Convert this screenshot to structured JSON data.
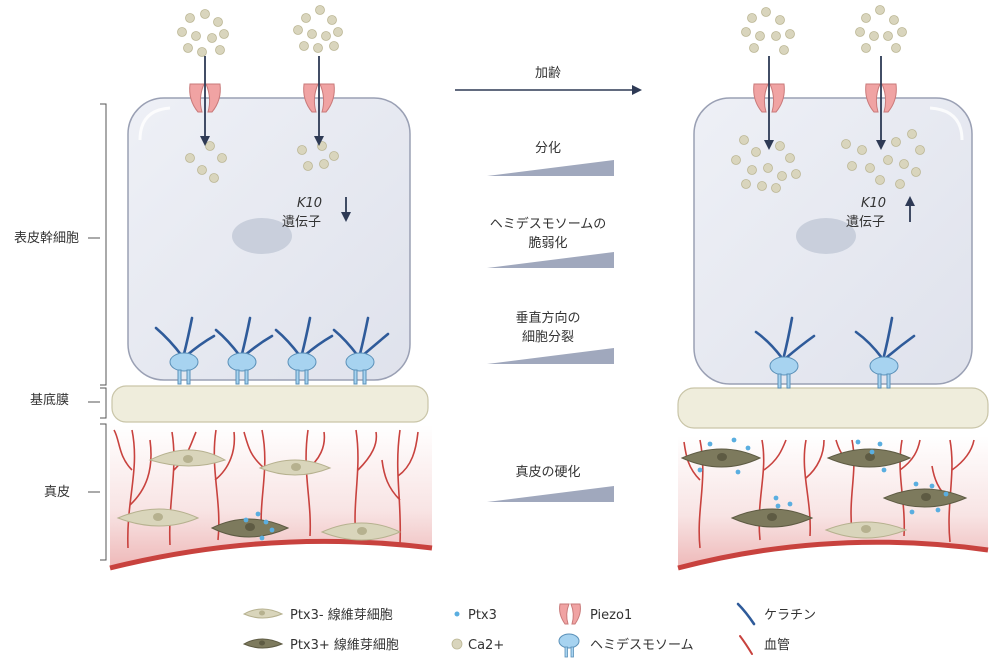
{
  "side_labels": {
    "epidermal_stem_cell": "表皮幹細胞",
    "basement_membrane": "基底膜",
    "dermis": "真皮"
  },
  "gene_label": {
    "name": "K10",
    "suffix": "遺伝子"
  },
  "aging_label": "加齢",
  "changes": [
    {
      "lines": [
        "分化"
      ]
    },
    {
      "lines": [
        "ヘミデスモソームの",
        "脆弱化"
      ]
    },
    {
      "lines": [
        "垂直方向の",
        "細胞分裂"
      ]
    },
    {
      "lines": [
        "真皮の硬化"
      ]
    }
  ],
  "legend": {
    "ptx3_neg": "Ptx3- 線維芽細胞",
    "ptx3_pos": "Ptx3+ 線維芽細胞",
    "ptx3": "Ptx3",
    "ca2": "Ca2+",
    "piezo1": "Piezo1",
    "hemidesmosome": "ヘミデスモソーム",
    "keratin": "ケラチン",
    "vessel": "血管"
  },
  "colors": {
    "cell_fill": "#e6e8f0",
    "cell_stroke": "#9aa0b4",
    "nucleus": "#c9cfdc",
    "calcium": "#d9d5bd",
    "piezo": "#f0a3a3",
    "hemidesmosome": "#a7d3f0",
    "keratin": "#2f5b9a",
    "membrane": "#efeddc",
    "fibroblast_neg": "#d9d5bb",
    "fibroblast_pos": "#7d7a5d",
    "ptx3_dot": "#5aaee0",
    "vessel": "#c8423e",
    "arrow": "#2e3a55",
    "wedge": "#a0a8bd"
  }
}
